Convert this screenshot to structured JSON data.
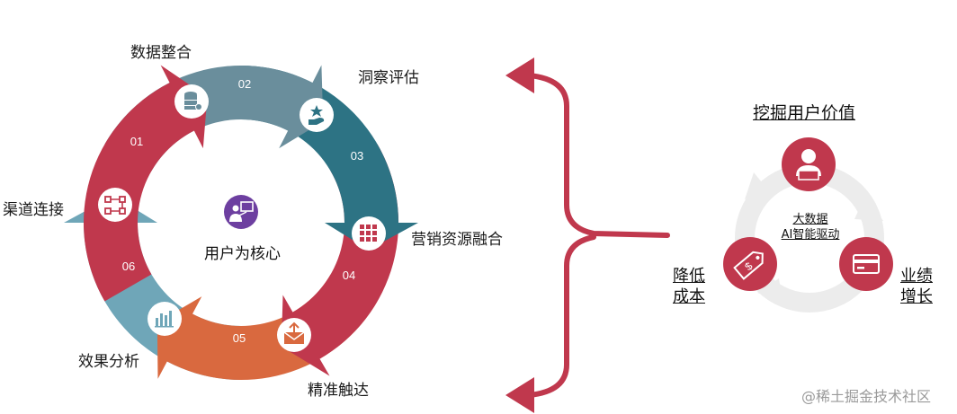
{
  "colors": {
    "seg01": "#c0384d",
    "seg02": "#6a8e9c",
    "seg03": "#2d7384",
    "seg04": "#c0384d",
    "seg05": "#d9693f",
    "seg06": "#6fa6b8",
    "bracket": "#c0384d",
    "center_icon": "#6d3fa0",
    "cycle_gray": "#ececec"
  },
  "cycle": {
    "center_label": "用户为核心",
    "center_icon": "presentation-icon",
    "steps": [
      {
        "num": "01",
        "label": "渠道连接",
        "icon": "network-flow-icon"
      },
      {
        "num": "02",
        "label": "数据整合",
        "icon": "database-icon"
      },
      {
        "num": "03",
        "label": "洞察评估",
        "icon": "star-hand-icon"
      },
      {
        "num": "04",
        "label": "营销资源融合",
        "icon": "grid-icon"
      },
      {
        "num": "05",
        "label": "精准触达",
        "icon": "mail-icon"
      },
      {
        "num": "06",
        "label": "效果分析",
        "icon": "bar-chart-icon"
      }
    ]
  },
  "right": {
    "title": "挖掘用户价值",
    "center_line1": "大数据",
    "center_line2": "AI智能驱动",
    "left_line1": "降低",
    "left_line2": "成本",
    "right_line1": "业绩",
    "right_line2": "增长",
    "icons": [
      "user-laptop-icon",
      "price-tag-icon",
      "credit-card-icon"
    ]
  },
  "watermark": "@稀土掘金技术社区"
}
